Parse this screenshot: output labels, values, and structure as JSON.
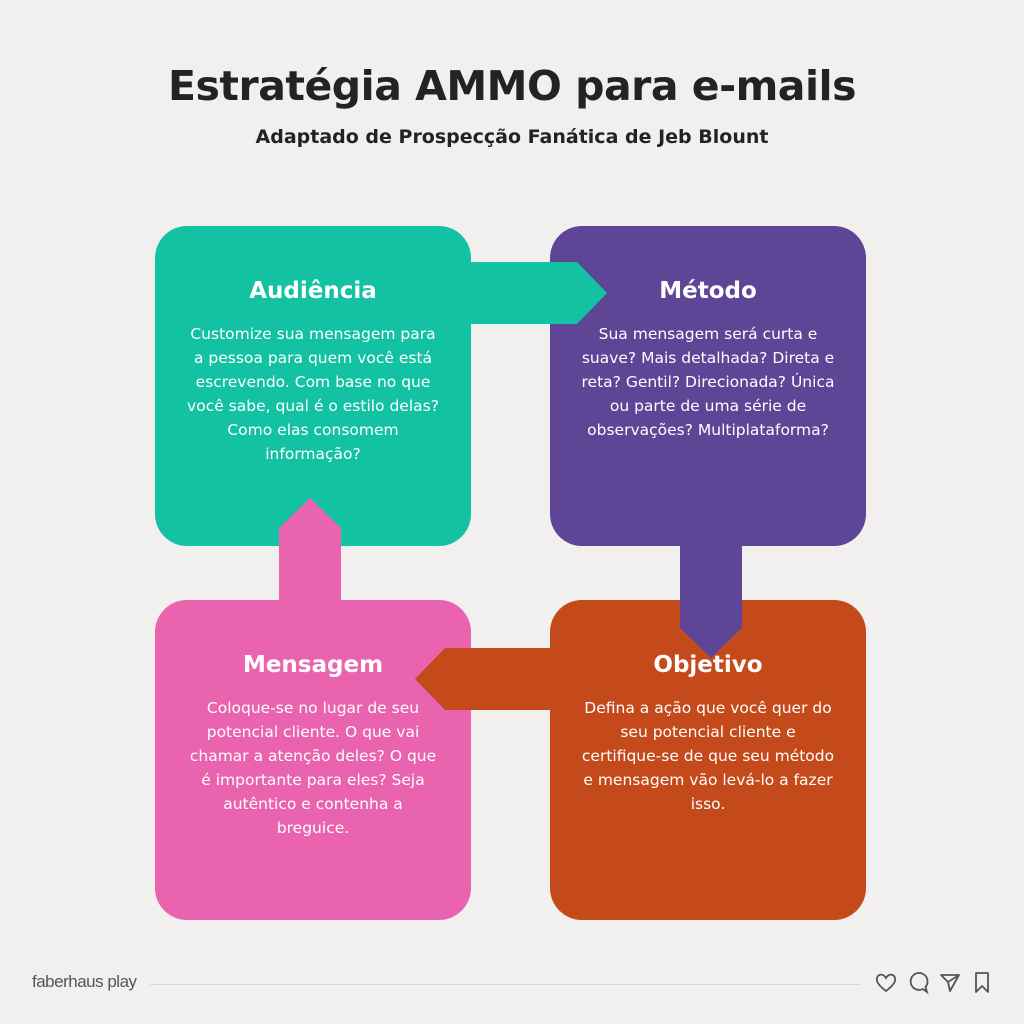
{
  "header": {
    "title": "Estratégia AMMO para e-mails",
    "subtitle": "Adaptado de Prospecção Fanática de Jeb Blount"
  },
  "cards": [
    {
      "title": "Audiência",
      "text": "Customize sua mensagem para a pessoa para quem você está escrevendo. Com base no que você sabe, qual é o estilo delas? Como elas consomem informação?",
      "color": "#13c2a2"
    },
    {
      "title": "Método",
      "text": "Sua mensagem será curta e suave? Mais detalhada? Direta e reta? Gentil? Direcionada? Única ou parte de uma série de observações? Multiplataforma?",
      "color": "#5e4596"
    },
    {
      "title": "Mensagem",
      "text": "Coloque-se no lugar de seu potencial cliente. O que vai chamar a atenção deles? O que é importante para eles? Seja autêntico e contenha a breguice.",
      "color": "#e963ae"
    },
    {
      "title": "Objetivo",
      "text": "Defina a ação que você quer do seu potencial cliente e certifique-se de que seu método e mensagem vão levá-lo a fazer isso.",
      "color": "#c54a1b"
    }
  ],
  "footer": {
    "brand": "faberhaus play",
    "icons": [
      "heart-icon",
      "comment-icon",
      "send-icon",
      "bookmark-icon"
    ]
  }
}
